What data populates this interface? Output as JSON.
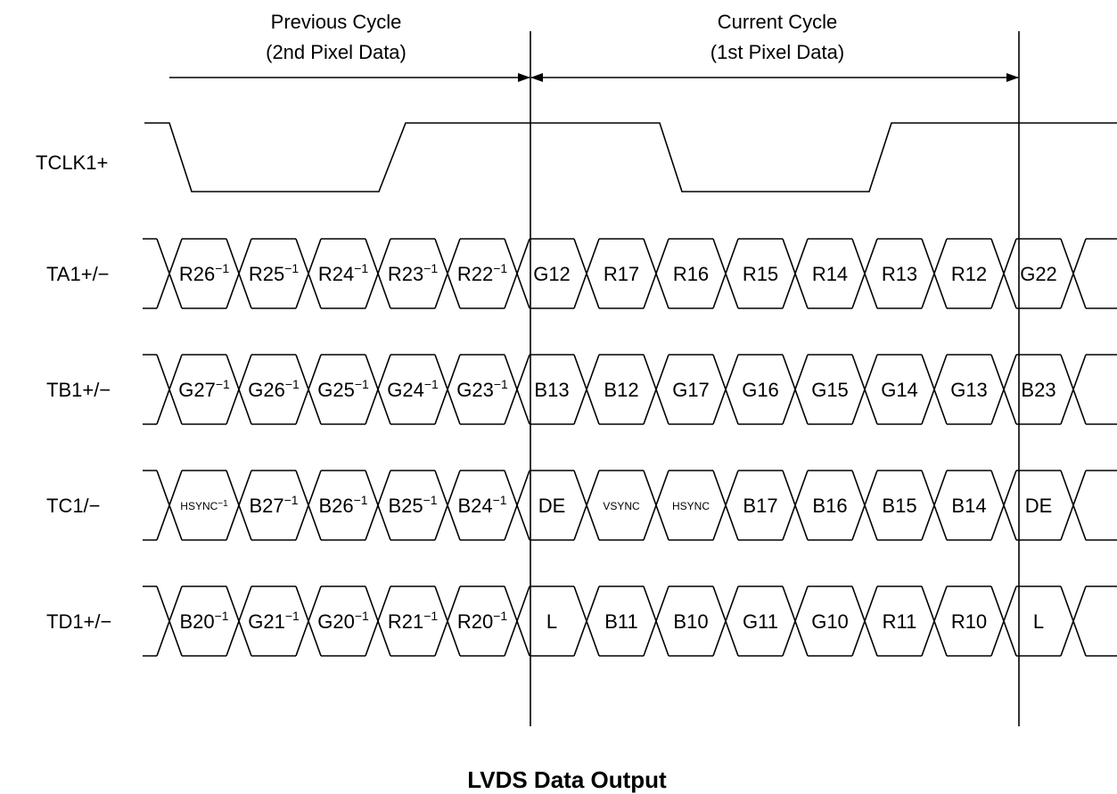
{
  "title": "LVDS Data Output",
  "cycles": {
    "previous": {
      "line1": "Previous Cycle",
      "line2": "(2nd Pixel Data)"
    },
    "current": {
      "line1": "Current Cycle",
      "line2": "(1st Pixel Data)"
    }
  },
  "clock": {
    "label": "TCLK1+"
  },
  "signals": [
    {
      "label": "TA1+/−",
      "cells": [
        {
          "base": "R26",
          "sup": "−1"
        },
        {
          "base": "R25",
          "sup": "−1"
        },
        {
          "base": "R24",
          "sup": "−1"
        },
        {
          "base": "R23",
          "sup": "−1"
        },
        {
          "base": "R22",
          "sup": "−1"
        },
        {
          "base": "G12"
        },
        {
          "base": "R17"
        },
        {
          "base": "R16"
        },
        {
          "base": "R15"
        },
        {
          "base": "R14"
        },
        {
          "base": "R13"
        },
        {
          "base": "R12"
        },
        {
          "base": "G22"
        }
      ]
    },
    {
      "label": "TB1+/−",
      "cells": [
        {
          "base": "G27",
          "sup": "−1"
        },
        {
          "base": "G26",
          "sup": "−1"
        },
        {
          "base": "G25",
          "sup": "−1"
        },
        {
          "base": "G24",
          "sup": "−1"
        },
        {
          "base": "G23",
          "sup": "−1"
        },
        {
          "base": "B13"
        },
        {
          "base": "B12"
        },
        {
          "base": "G17"
        },
        {
          "base": "G16"
        },
        {
          "base": "G15"
        },
        {
          "base": "G14"
        },
        {
          "base": "G13"
        },
        {
          "base": "B23"
        }
      ]
    },
    {
      "label": "TC1/−",
      "cells": [
        {
          "base": "HSYNC",
          "sup": "−1",
          "small": true
        },
        {
          "base": "B27",
          "sup": "−1"
        },
        {
          "base": "B26",
          "sup": "−1"
        },
        {
          "base": "B25",
          "sup": "−1"
        },
        {
          "base": "B24",
          "sup": "−1"
        },
        {
          "base": "DE"
        },
        {
          "base": "VSYNC",
          "small": true
        },
        {
          "base": "HSYNC",
          "small": true
        },
        {
          "base": "B17"
        },
        {
          "base": "B16"
        },
        {
          "base": "B15"
        },
        {
          "base": "B14"
        },
        {
          "base": "DE"
        }
      ]
    },
    {
      "label": "TD1+/−",
      "cells": [
        {
          "base": "B20",
          "sup": "−1"
        },
        {
          "base": "G21",
          "sup": "−1"
        },
        {
          "base": "G20",
          "sup": "−1"
        },
        {
          "base": "R21",
          "sup": "−1"
        },
        {
          "base": "R20",
          "sup": "−1"
        },
        {
          "base": "L"
        },
        {
          "base": "B11"
        },
        {
          "base": "B10"
        },
        {
          "base": "G11"
        },
        {
          "base": "G10"
        },
        {
          "base": "R11"
        },
        {
          "base": "R10"
        },
        {
          "base": "L"
        }
      ]
    }
  ]
}
